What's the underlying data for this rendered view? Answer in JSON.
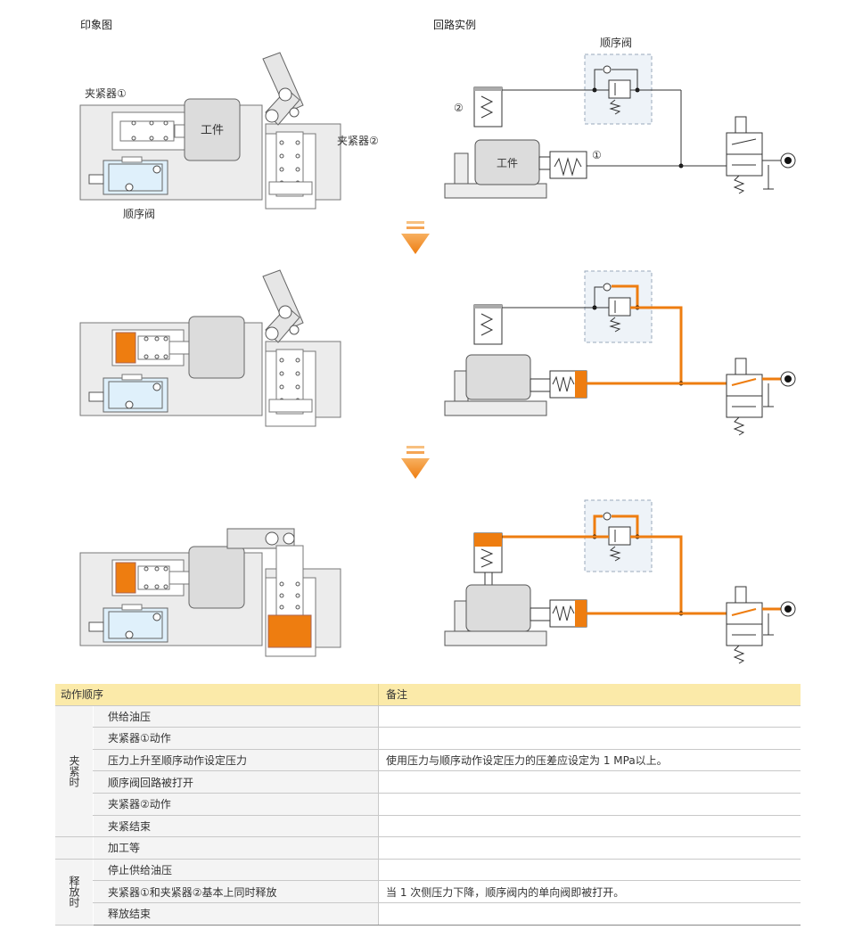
{
  "headers": {
    "left": "印象图",
    "right": "回路实例"
  },
  "labels": {
    "clamp1": "夹紧器①",
    "clamp2": "夹紧器②",
    "sequence_valve": "顺序阀",
    "workpiece": "工件",
    "circuit_sequence_valve": "顺序阀",
    "circuit_workpiece": "工件",
    "mark1": "①",
    "mark2": "②"
  },
  "colors": {
    "oil": "#ee7d10",
    "valve_blue": "#dff0fb",
    "body_gray": "#e6e6e6",
    "table_header": "#fbeaa9"
  },
  "table": {
    "head_action": "动作顺序",
    "head_note": "备注",
    "groups": {
      "clamp": "夹紧时",
      "release": "释放时"
    },
    "rows": [
      {
        "action": "供给油压",
        "note": ""
      },
      {
        "action": "夹紧器①动作",
        "note": ""
      },
      {
        "action": "压力上升至顺序动作设定压力",
        "note": "使用压力与顺序动作设定压力的压差应设定为 1 MPa以上。"
      },
      {
        "action": "顺序阀回路被打开",
        "note": ""
      },
      {
        "action": "夹紧器②动作",
        "note": ""
      },
      {
        "action": "夹紧结束",
        "note": ""
      },
      {
        "action": "加工等",
        "note": ""
      },
      {
        "action": "停止供给油压",
        "note": ""
      },
      {
        "action": "夹紧器①和夹紧器②基本上同时释放",
        "note": "当 1 次侧压力下降，顺序阀内的单向阀即被打开。"
      },
      {
        "action": "释放结束",
        "note": ""
      }
    ]
  }
}
